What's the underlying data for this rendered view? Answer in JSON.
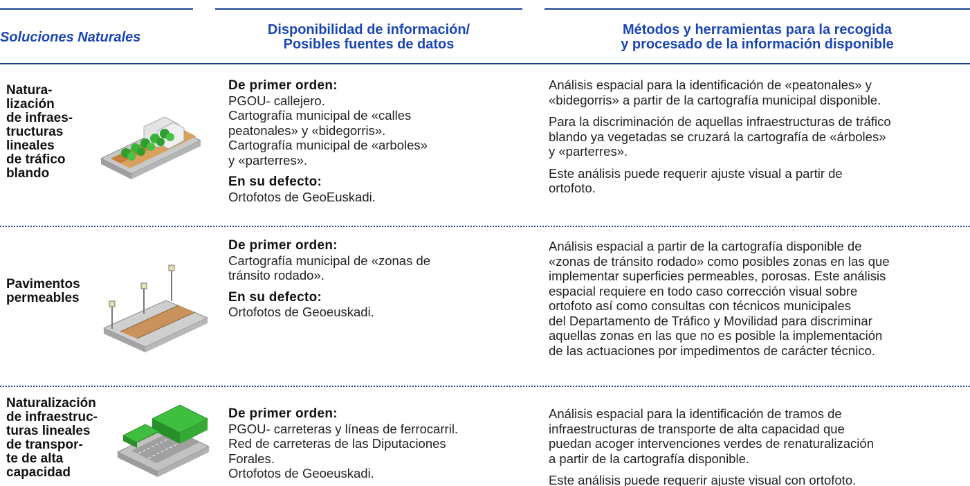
{
  "header": {
    "col1": "Soluciones Naturales",
    "col2_lines": [
      "Disponibilidad de información/",
      "Posibles fuentes de datos"
    ],
    "col3_lines": [
      "Métodos y herramientas para la recogida",
      "y procesado de la información disponible"
    ]
  },
  "rows": [
    {
      "name_lines": [
        "Natura-",
        "lización",
        "de infraes-",
        "tructuras",
        "lineales",
        "de tráfico",
        "blando"
      ],
      "illustration": "road-with-trees-icon",
      "sources": [
        {
          "heading": "De primer orden:",
          "lines": [
            "PGOU- callejero.",
            "Cartografía municipal de «calles",
            "peatonales» y «bidegorris».",
            "Cartografía municipal de «arboles»",
            "y «parterres»."
          ]
        },
        {
          "heading": "En su defecto:",
          "lines": [
            "Ortofotos de GeoEuskadi."
          ]
        }
      ],
      "methods": [
        [
          "Análisis espacial para la identificación de «peatonales» y",
          "«bidegorris» a partir de la cartografía municipal disponible."
        ],
        [
          "Para la discriminación de aquellas infraestructuras de tráfico",
          "blando ya vegetadas se cruzará la cartografía de «árboles»",
          "y «parterres»."
        ],
        [
          "Este análisis puede requerir ajuste visual a partir de",
          "ortofoto."
        ]
      ]
    },
    {
      "name_lines": [
        "Pavimentos",
        "permeables"
      ],
      "illustration": "permeable-pavement-icon",
      "sources": [
        {
          "heading": "De primer orden:",
          "lines": [
            "Cartografía municipal de «zonas de",
            "tránsito rodado»."
          ]
        },
        {
          "heading": "En su defecto:",
          "lines": [
            "Ortofotos de Geoeuskadi."
          ]
        }
      ],
      "methods": [
        [
          "Análisis espacial a partir de la cartografía disponible de",
          "«zonas de tránsito rodado» como posibles zonas en las que",
          "implementar superficies permeables, porosas. Este análisis",
          "espacial requiere en todo caso corrección visual sobre",
          "ortofoto así como consultas con técnicos municipales",
          "del Departamento de Tráfico y Movilidad para discriminar",
          "aquellas zonas en las que no es posible la implementación",
          "de las actuaciones por impedimentos de carácter técnico."
        ]
      ]
    },
    {
      "name_lines": [
        "Naturalización",
        "de infraestruc-",
        "turas lineales",
        "de transpor-",
        "te de alta",
        "capacidad"
      ],
      "illustration": "highway-green-roof-icon",
      "sources": [
        {
          "heading": "De primer orden:",
          "lines": [
            "PGOU- carreteras y líneas de ferrocarril.",
            "Red de carreteras de las Diputaciones",
            "Forales.",
            "Ortofotos de Geoeuskadi."
          ]
        }
      ],
      "methods": [
        [
          "Análisis espacial para la identificación de tramos de",
          "infraestructuras de transporte de alta capacidad que",
          "puedan acoger intervenciones verdes de renaturalización",
          "a partir de la cartografía disponible."
        ],
        [
          "Este análisis puede requerir ajuste visual con ortofoto."
        ]
      ]
    }
  ]
}
